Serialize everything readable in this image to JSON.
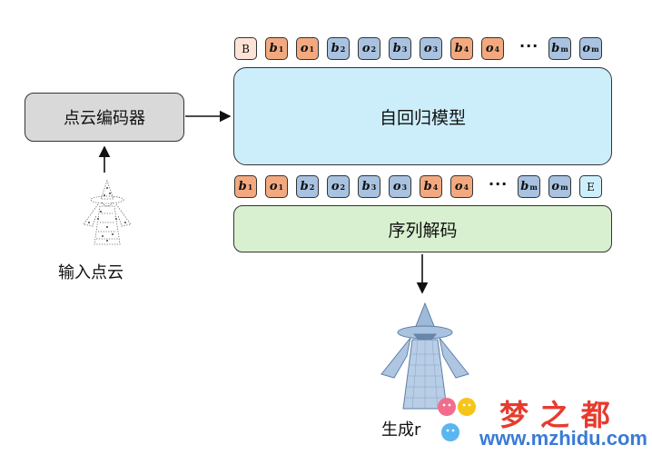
{
  "encoder_label": "点云编码器",
  "model_label": "自回归模型",
  "decoder_label": "序列解码",
  "input_caption": "输入点云",
  "output_caption": "生成r",
  "ellipsis": "···",
  "tokens_top": [
    {
      "base": "B",
      "sub": "",
      "kind": "start"
    },
    {
      "base": "b",
      "sub": "1",
      "kind": "bo"
    },
    {
      "base": "o",
      "sub": "1",
      "kind": "bo"
    },
    {
      "base": "b",
      "sub": "2",
      "kind": "b"
    },
    {
      "base": "o",
      "sub": "2",
      "kind": "b"
    },
    {
      "base": "b",
      "sub": "3",
      "kind": "b"
    },
    {
      "base": "o",
      "sub": "3",
      "kind": "b"
    },
    {
      "base": "b",
      "sub": "4",
      "kind": "bo"
    },
    {
      "base": "o",
      "sub": "4",
      "kind": "bo"
    },
    {
      "base": "b",
      "sub": "m",
      "kind": "b"
    },
    {
      "base": "o",
      "sub": "m",
      "kind": "b"
    }
  ],
  "tokens_bottom": [
    {
      "base": "b",
      "sub": "1",
      "kind": "bo"
    },
    {
      "base": "o",
      "sub": "1",
      "kind": "bo"
    },
    {
      "base": "b",
      "sub": "2",
      "kind": "b"
    },
    {
      "base": "o",
      "sub": "2",
      "kind": "b"
    },
    {
      "base": "b",
      "sub": "3",
      "kind": "b"
    },
    {
      "base": "o",
      "sub": "3",
      "kind": "b"
    },
    {
      "base": "b",
      "sub": "4",
      "kind": "bo"
    },
    {
      "base": "o",
      "sub": "4",
      "kind": "bo"
    },
    {
      "base": "b",
      "sub": "m",
      "kind": "b"
    },
    {
      "base": "o",
      "sub": "m",
      "kind": "b"
    },
    {
      "base": "E",
      "sub": "",
      "kind": "end"
    }
  ],
  "watermark": {
    "brand": "梦 之 都",
    "url": "www.mzhidu.com",
    "brand_color": "#e63b2e",
    "url_color": "#3a7bd5"
  }
}
